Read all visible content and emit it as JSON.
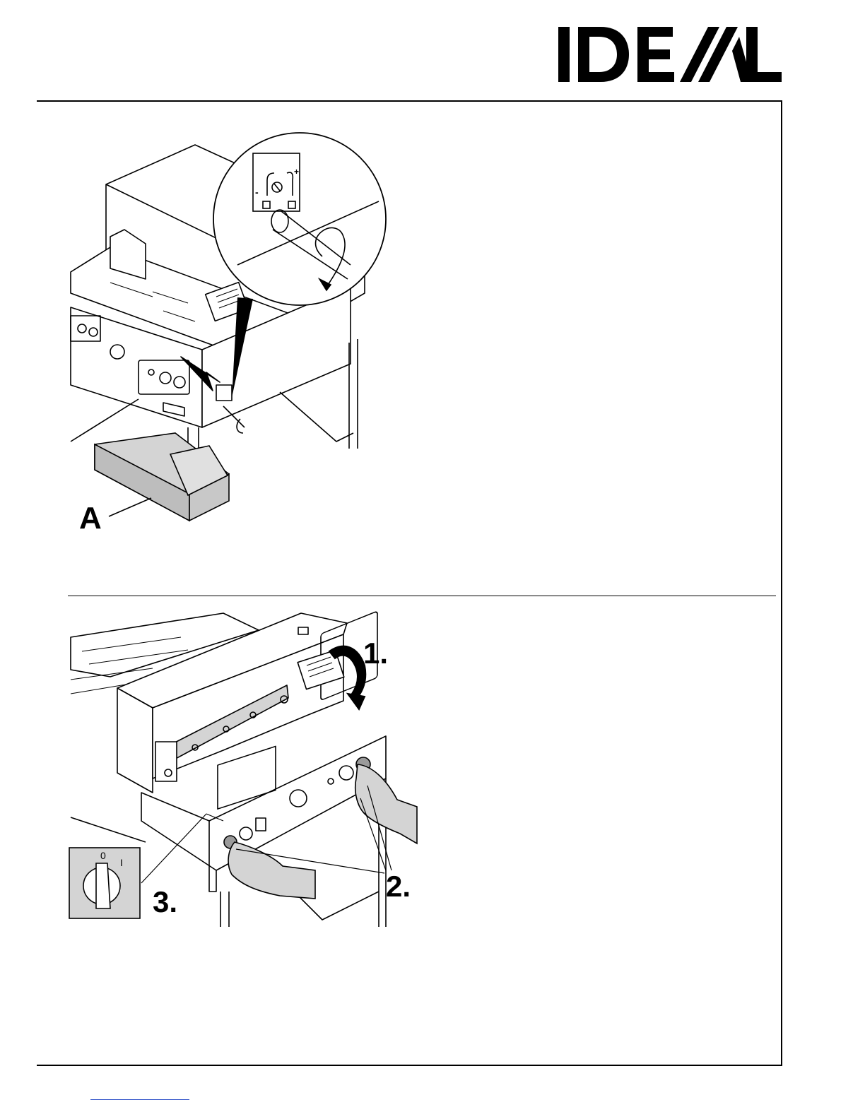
{
  "header": {
    "brand": "IDEAL"
  },
  "figure_top": {
    "label_a": "A",
    "dial_marks": {
      "minus": "-",
      "plus": "+"
    }
  },
  "figure_bottom": {
    "step_1": "1.",
    "step_2": "2.",
    "step_3": "3.",
    "switch_off": "0",
    "switch_on": "I"
  },
  "colors": {
    "ink": "#000000",
    "gray_fill": "#d4d4d4",
    "link_blue": "#3b5bcc"
  }
}
